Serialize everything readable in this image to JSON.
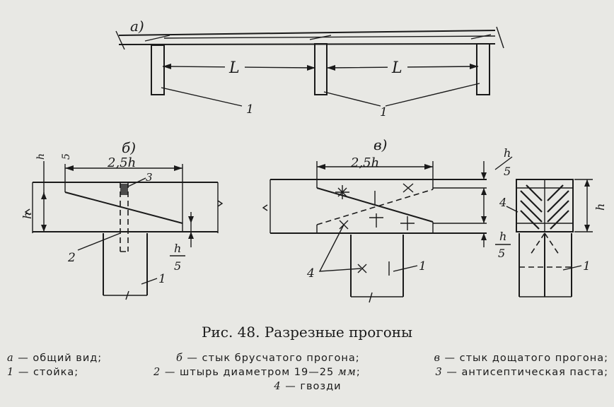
{
  "panels": {
    "a": "а)",
    "b": "б)",
    "v": "в)"
  },
  "dimensions": {
    "span": "L",
    "lap": "2,5h",
    "h": "h",
    "h_over_5_num": "h",
    "h_over_5_den": "5"
  },
  "callouts": {
    "post": "1",
    "pin": "2",
    "paste": "3",
    "nails": "4"
  },
  "caption": "Рис. 48. Разрезные прогоны",
  "legend": {
    "row1": [
      {
        "key": "а",
        "text": " — общий вид;"
      },
      {
        "key": "б",
        "text": " — стык брусчатого прогона;"
      },
      {
        "key": "в",
        "text": " — стык дощатого прогона;"
      }
    ],
    "row2": [
      {
        "key": "1",
        "text": " — стойка;"
      },
      {
        "key": "2",
        "text": " — штырь диаметром 19—25 ",
        "unit": "мм",
        "tail": ";"
      },
      {
        "key": "3",
        "text": " — антисептическая паста;"
      }
    ],
    "row3": [
      {
        "key": "4",
        "text": " — гвозди"
      }
    ]
  }
}
